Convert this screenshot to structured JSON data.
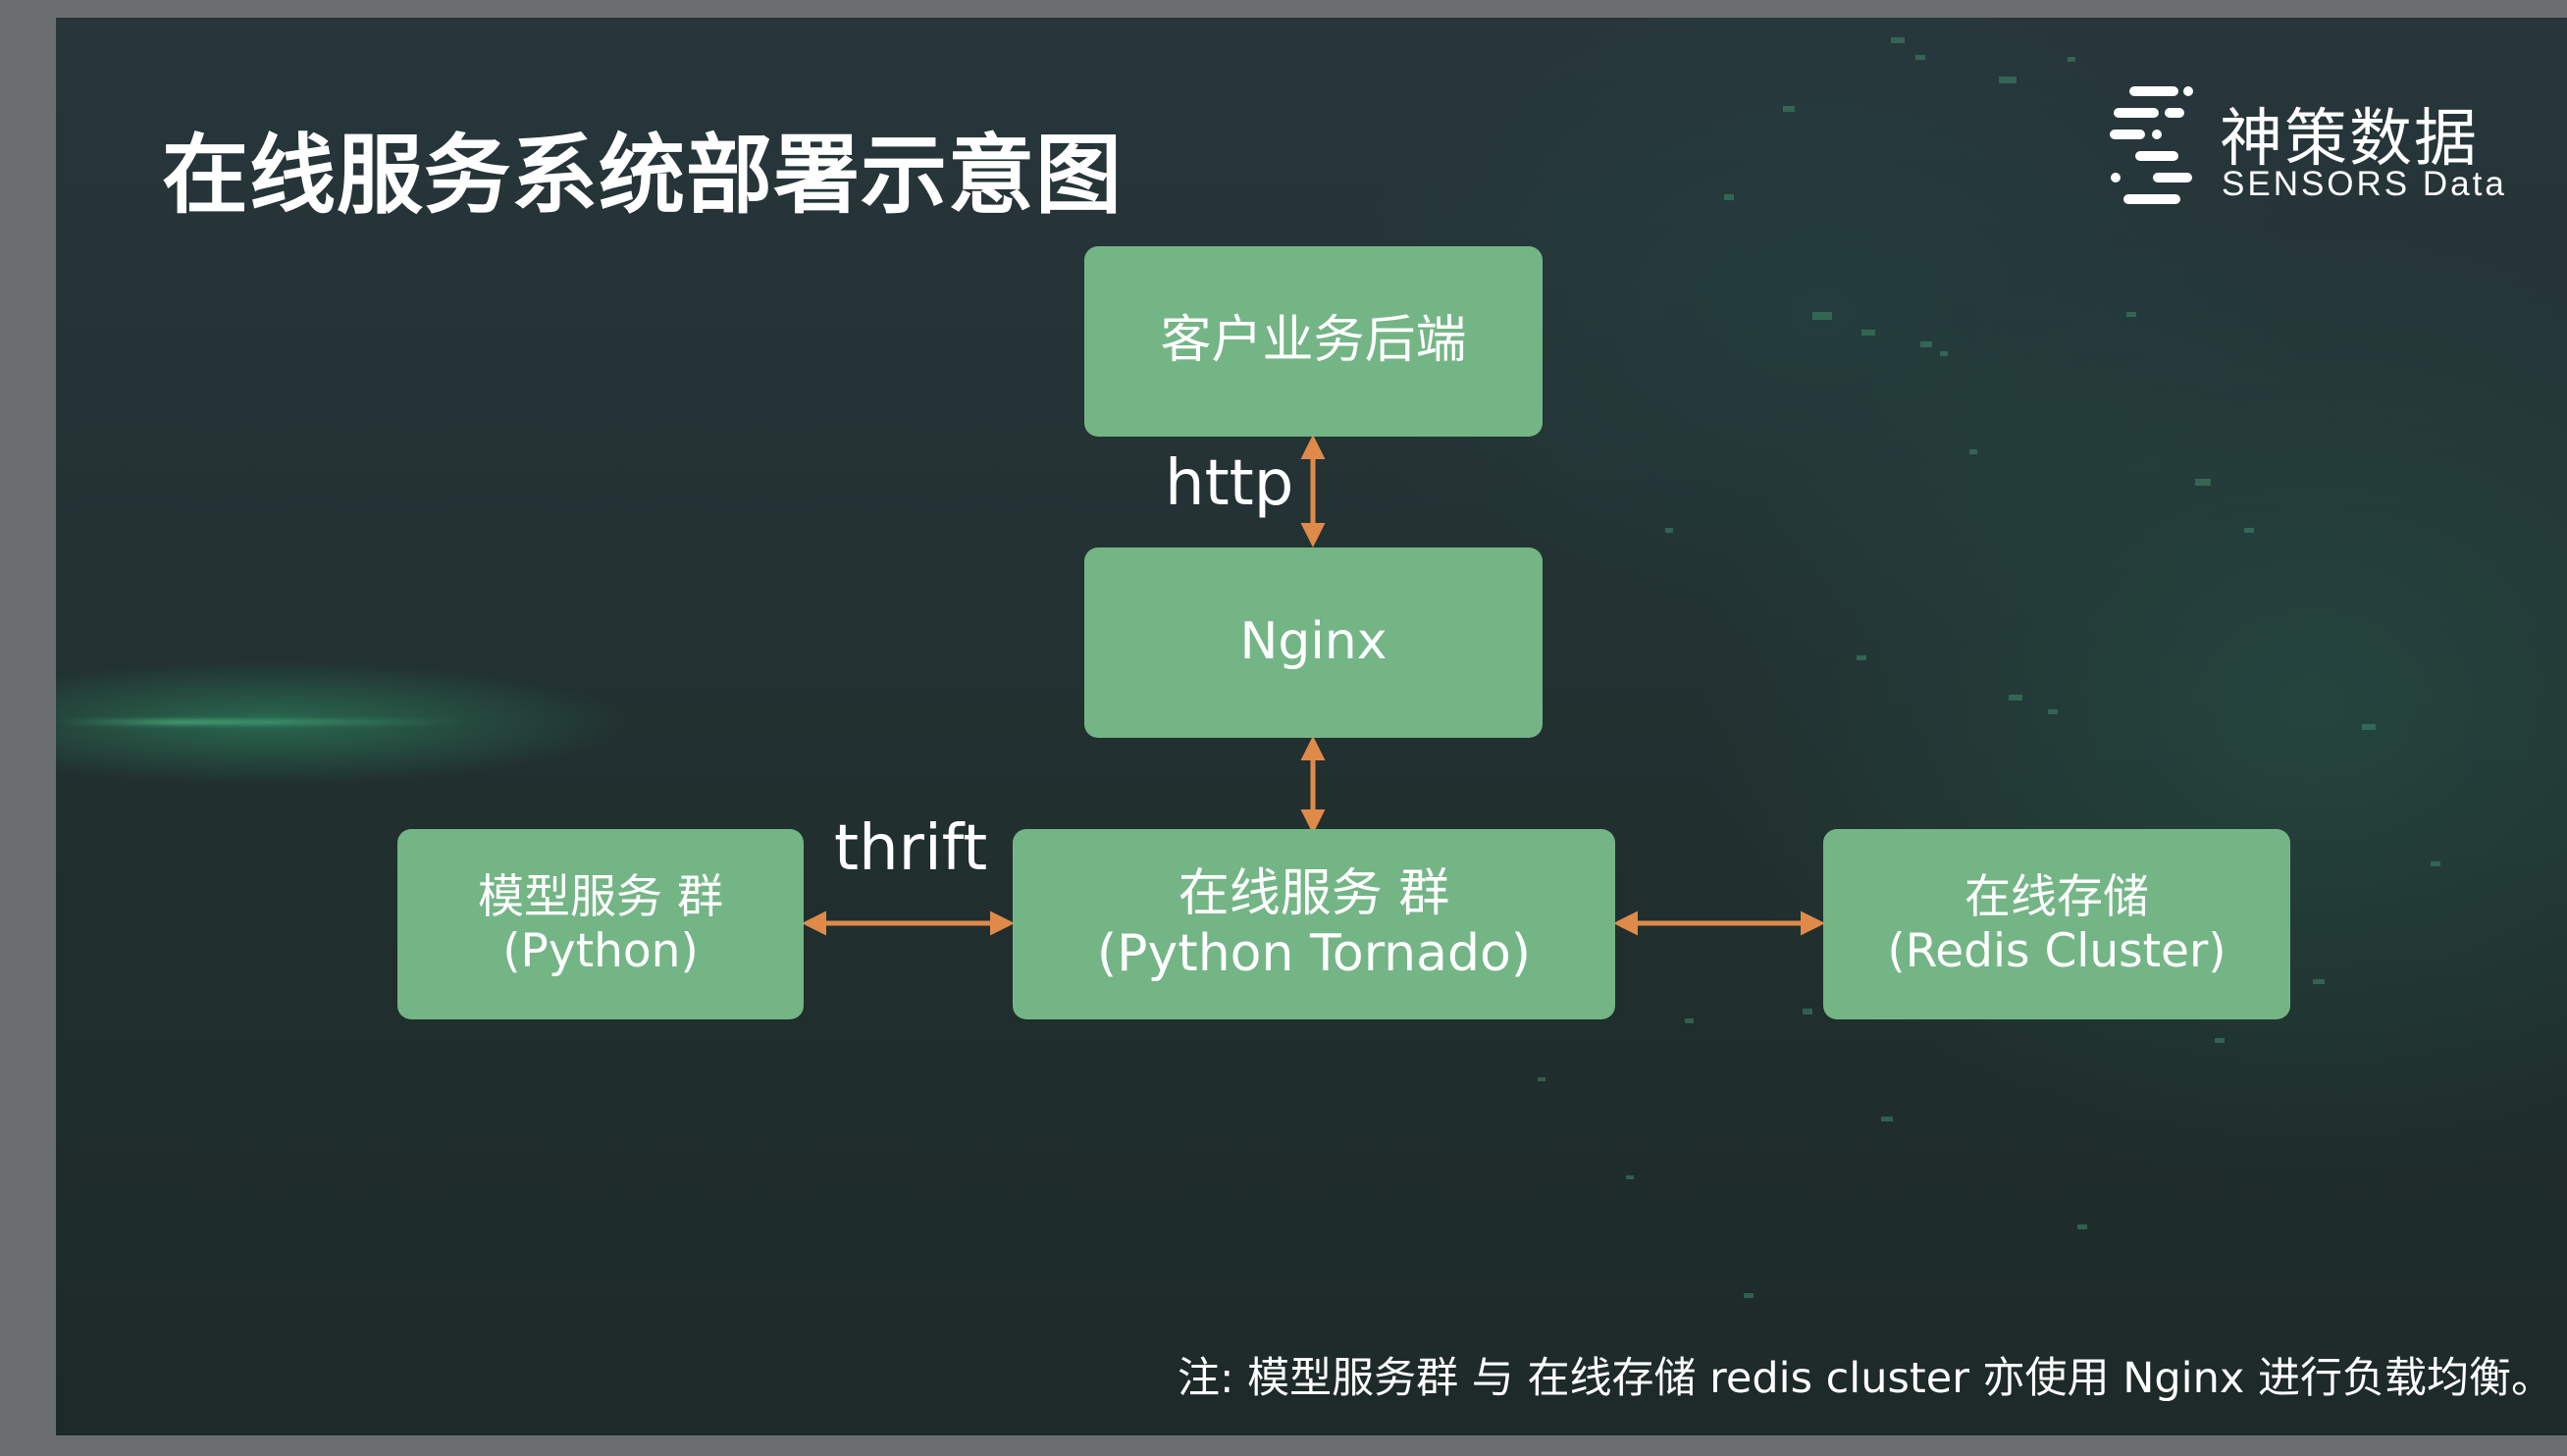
{
  "title": "在线服务系统部署示意图",
  "logo": {
    "name_cn": "神策数据",
    "name_en": "SENSORS Data"
  },
  "nodes": {
    "client_backend": {
      "line1": "客户业务后端"
    },
    "nginx": {
      "line1": "Nginx"
    },
    "model_service": {
      "line1": "模型服务 群",
      "line2": "(Python)"
    },
    "online_service": {
      "line1": "在线服务 群",
      "line2": "(Python Tornado)"
    },
    "online_storage": {
      "line1": "在线存储",
      "line2": "(Redis Cluster)"
    }
  },
  "edges": {
    "http_label": "http",
    "thrift_label": "thrift"
  },
  "note": "注: 模型服务群 与 在线存储 redis cluster 亦使用 Nginx 进行负载均衡。",
  "colors": {
    "node_fill": "#74b586",
    "arrow": "#e08a4a",
    "background": "#24333a"
  }
}
